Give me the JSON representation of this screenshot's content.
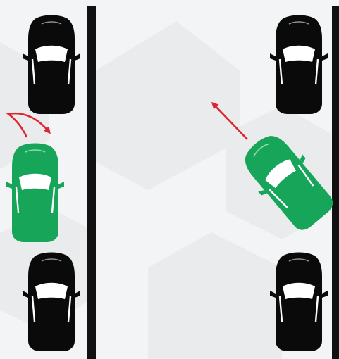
{
  "diagram": {
    "left_panel": {
      "parked_cars": [
        "black-car",
        "black-car"
      ],
      "maneuvering_car": "green-car",
      "movement_arrow": "curved-arrow"
    },
    "right_panel": {
      "parked_cars": [
        "black-car",
        "black-car"
      ],
      "maneuvering_car": "green-car",
      "movement_arrow": "straight-arrow"
    },
    "colors": {
      "background": "#f3f4f5",
      "parked_car": "#0a0a0a",
      "maneuvering_car": "#17a659",
      "arrow": "#e0242e",
      "curb": "#111111"
    }
  }
}
